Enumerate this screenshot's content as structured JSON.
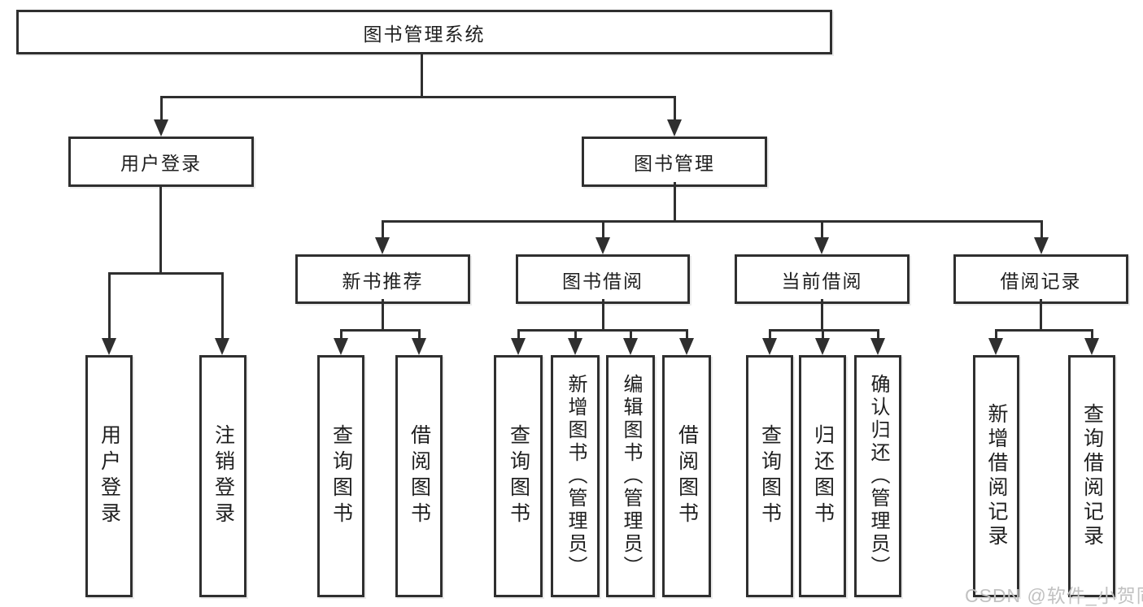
{
  "diagram": {
    "title": "图书管理系统",
    "root": {
      "label": "图书管理系统"
    },
    "level2": {
      "user_login": {
        "label": "用户登录"
      },
      "book_mgmt": {
        "label": "图书管理"
      }
    },
    "level3": {
      "new_books": {
        "label": "新书推荐"
      },
      "book_borrow": {
        "label": "图书借阅"
      },
      "current_borrow": {
        "label": "当前借阅"
      },
      "borrow_records": {
        "label": "借阅记录"
      }
    },
    "leaves": {
      "user_login": [
        "用户登录",
        "注销登录"
      ],
      "new_books": [
        "查询图书",
        "借阅图书"
      ],
      "book_borrow": [
        "查询图书",
        "新增图书（管理员）",
        "编辑图书（管理员）",
        "借阅图书"
      ],
      "current_borrow": [
        "查询图书",
        "归还图书",
        "确认归还（管理员）"
      ],
      "borrow_records": [
        "新增借阅记录",
        "查询借阅记录"
      ]
    }
  },
  "watermark": "CSDN @软件_小贺同学",
  "colors": {
    "line": "#2f2f2f",
    "text": "#1f1f1f",
    "watermark": "#c1c1c1",
    "background": "#ffffff"
  }
}
